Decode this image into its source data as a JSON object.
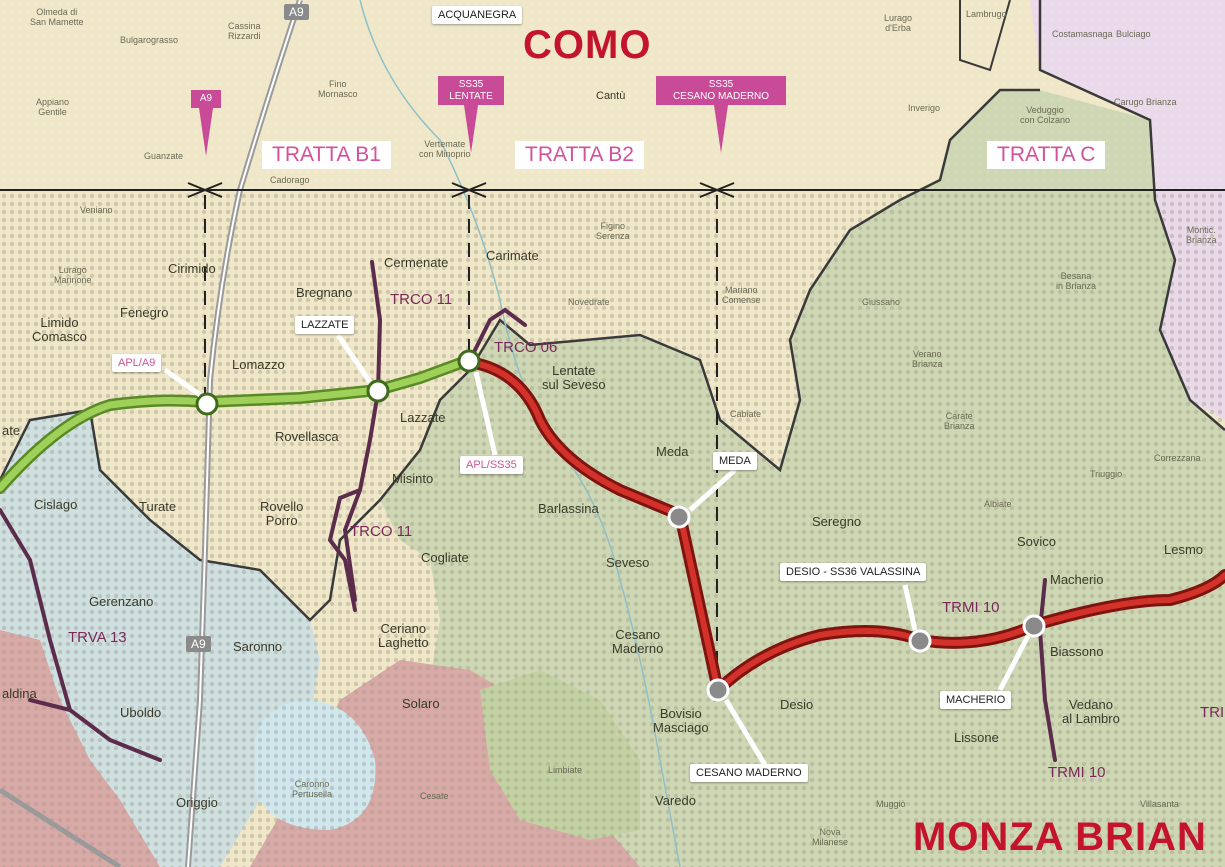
{
  "provinces": {
    "como": "COMO",
    "monza": "MONZA BRIAN"
  },
  "tratte": {
    "b1": "TRATTA B1",
    "b2": "TRATTA B2",
    "c": "TRATTA C"
  },
  "markers": {
    "a9": "A9",
    "ss35_lentate": "SS35\nLENTATE",
    "ss35_cesano": "SS35\nCESANO MADERNO"
  },
  "road_signs": {
    "a9_top": "A9",
    "a9_mid": "A9",
    "acquanegra": "ACQUANEGRA"
  },
  "callouts": {
    "apl_a9": "APL/A9",
    "lazzate": "LAZZATE",
    "apl_ss35": "APL/SS35",
    "meda": "MEDA",
    "desio": "DESIO - SS36 VALASSINA",
    "macherio": "MACHERIO",
    "cesano": "CESANO MADERNO"
  },
  "route_labels": {
    "trco11_a": "TRCO 11",
    "trco11_b": "TRCO 11",
    "trco06": "TRCO 06",
    "trva13": "TRVA 13",
    "trmi10_a": "TRMI 10",
    "trmi10_b": "TRMI 10",
    "tri": "TRI"
  },
  "towns": {
    "cirimido": "Cirimido",
    "bregnano": "Bregnano",
    "cermenate": "Cermenate",
    "carimate": "Carimate",
    "limido": "Limido\nComasco",
    "fenegro": "Fenegro",
    "lomazzo": "Lomazzo",
    "lentate": "Lentate\nsul Seveso",
    "lazzate": "Lazzate",
    "rovellasca": "Rovellasca",
    "meda": "Meda",
    "misinto": "Misinto",
    "cislago": "Cislago",
    "turate": "Turate",
    "rovello": "Rovello\nPorro",
    "barlassina": "Barlassina",
    "seregno": "Seregno",
    "sovico": "Sovico",
    "lesmo": "Lesmo",
    "cogliate": "Cogliate",
    "seveso": "Seveso",
    "macherio": "Macherio",
    "gerenzano": "Gerenzano",
    "saronno": "Saronno",
    "ceriano": "Ceriano\nLaghetto",
    "cesano": "Cesano\nMaderno",
    "biassono": "Biassono",
    "uboldo": "Uboldo",
    "solaro": "Solaro",
    "bovisio": "Bovisio\nMasciago",
    "desio": "Desio",
    "vedano": "Vedano\nal Lambro",
    "lissone": "Lissone",
    "origgio": "Origgio",
    "varedo": "Varedo",
    "ate": "ate",
    "aldina": "aldina",
    "canto": "Cantù",
    "caronno": "Caronno\nPertusella"
  },
  "small_towns": {
    "olmeda": "Olmeda di\nSan Mamette",
    "bulgarograsso": "Bulgarograsso",
    "cassina": "Cassina\nRizzardi",
    "fino": "Fino\nMornasco",
    "lurago": "Lurago\nd'Erba",
    "lambrugo": "Lambrugo",
    "appiano": "Appiano\nGentile",
    "guanzate": "Guanzate",
    "vertemate": "Vertemate\ncon Minoprio",
    "inverigo": "Inverigo",
    "veduggio": "Veduggio\ncon Colzano",
    "carugo": "Carugo Brianza",
    "cadorago": "Cadorago",
    "veniano": "Veniano",
    "lurago_m": "Lurago\nMarinone",
    "figino": "Figino\nSerenza",
    "mariano": "Mariano\nComense",
    "novedrate": "Novedrate",
    "cabiate": "Cabiate",
    "giussano": "Giussano",
    "verano": "Verano\nBrianza",
    "besana": "Besana\nin Brianza",
    "carate": "Carate\nBrianza",
    "albiate": "Albiate",
    "triuggio": "Triuggio",
    "correzzana": "Correzzana",
    "bulciago": "Bulciago",
    "costamasnaga": "Costamasnaga",
    "limbiate": "Limbiate",
    "cesate": "Cesate",
    "nova": "Nova\nMilanese",
    "muggio": "Muggiò",
    "villasanta": "Villasanta",
    "montic": "Montic.\nBrianza"
  },
  "colors": {
    "bg_como": "#efe7c8",
    "hatched_dark": "#c9c29f",
    "monza_green": "#ced7b4",
    "varese_blue": "#cfe0e2",
    "milano_red": "#d9a9a8",
    "lecco_pink": "#ead9ea",
    "route_green": "#7fb83d",
    "route_red": "#b5241c",
    "route_purple": "#5b2c4b",
    "accent_pink": "#c94a97",
    "province_red": "#c4142b"
  }
}
